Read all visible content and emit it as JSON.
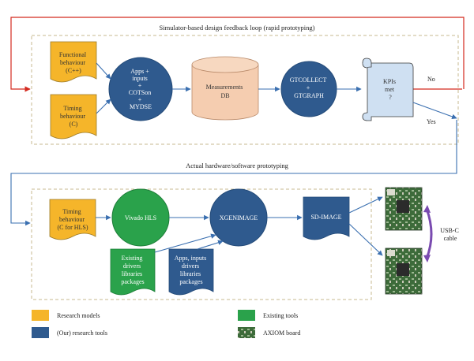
{
  "loop_label": "Simulator-based design feedback loop (rapid prototyping)",
  "actual_label": "Actual hardware/software prototyping",
  "top": {
    "functional": [
      "Functional",
      "behaviour",
      "(C++)"
    ],
    "timing": [
      "Timing",
      "behaviour",
      "(C)"
    ],
    "apps": [
      "Apps +",
      "inputs",
      "+",
      "COTSon",
      "+",
      "MYDSE"
    ],
    "db": [
      "Measurements",
      "DB"
    ],
    "gtcollect": [
      "GTCOLLECT",
      "+",
      "GTGRAPH"
    ],
    "kpis": [
      "KPIs",
      "met",
      "?"
    ],
    "no": "No",
    "yes": "Yes"
  },
  "bottom": {
    "timing_hls": [
      "Timing",
      "behaviour",
      "(C for HLS)"
    ],
    "vivado": "Vivado HLS",
    "xgen": "XGENIMAGE",
    "sdimage": "SD-IMAGE",
    "existing": [
      "Existing",
      "drivers",
      "libraries",
      "packages"
    ],
    "apps_inputs": [
      "Apps, inputs",
      "drivers",
      "libraries",
      "packages"
    ],
    "usbc": [
      "USB-C",
      "cable"
    ]
  },
  "legend": {
    "research_models": "Research models",
    "research_tools": "(Our) research tools",
    "existing_tools": "Existing tools",
    "axiom_board": "AXIOM board"
  },
  "colors": {
    "research_model": "#f5b52a",
    "research_tool": "#2f5a8e",
    "existing_tool": "#2aa24b",
    "db": "#f5cdb0",
    "scroll": "#cfe0f2",
    "arrow": "#3a6fb0",
    "loop_red": "#d42a1f",
    "dashed": "#c7ba8f"
  }
}
